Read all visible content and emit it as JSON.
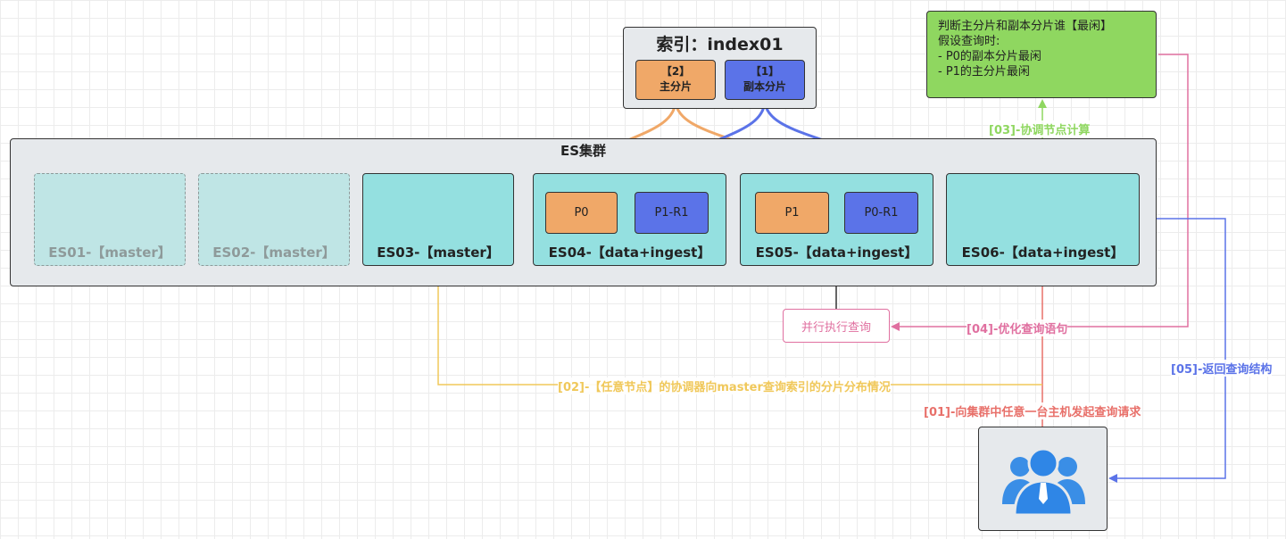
{
  "index": {
    "title": "索引：index01",
    "shard_primary": {
      "tag": "【2】",
      "label": "主分片"
    },
    "shard_replica": {
      "tag": "【1】",
      "label": "副本分片"
    }
  },
  "cluster": {
    "title": "ES集群",
    "nodes": [
      {
        "label": "ES01-【master】"
      },
      {
        "label": "ES02-【master】"
      },
      {
        "label": "ES03-【master】"
      },
      {
        "label": "ES04-【data+ingest】",
        "shards": [
          "P0",
          "P1-R1"
        ]
      },
      {
        "label": "ES05-【data+ingest】",
        "shards": [
          "P1",
          "P0-R1"
        ]
      },
      {
        "label": "ES06-【data+ingest】"
      }
    ]
  },
  "note": {
    "lines": [
      "判断主分片和副本分片谁【最闲】",
      "假设查询时:",
      "- P0的副本分片最闲",
      "- P1的主分片最闲"
    ]
  },
  "parallel_box": "并行执行查询",
  "steps": {
    "s01": "[01]-向集群中任意一台主机发起查询请求",
    "s02": "[02]-【任意节点】的协调器向master查询索引的分片分布情况",
    "s03": "[03]-协调节点计算",
    "s04": "[04]-优化查询语句",
    "s05": "[05]-返回查询结构"
  },
  "colors": {
    "step01": "#e8706a",
    "step02": "#f0c85a",
    "step03": "#8fd760",
    "step04": "#e070a0",
    "step05": "#5b73e8",
    "primary_shard": "#f0a868",
    "replica_shard": "#5b73e8",
    "node": "#94e0e0"
  },
  "icons": {
    "user": "user-group-icon"
  }
}
